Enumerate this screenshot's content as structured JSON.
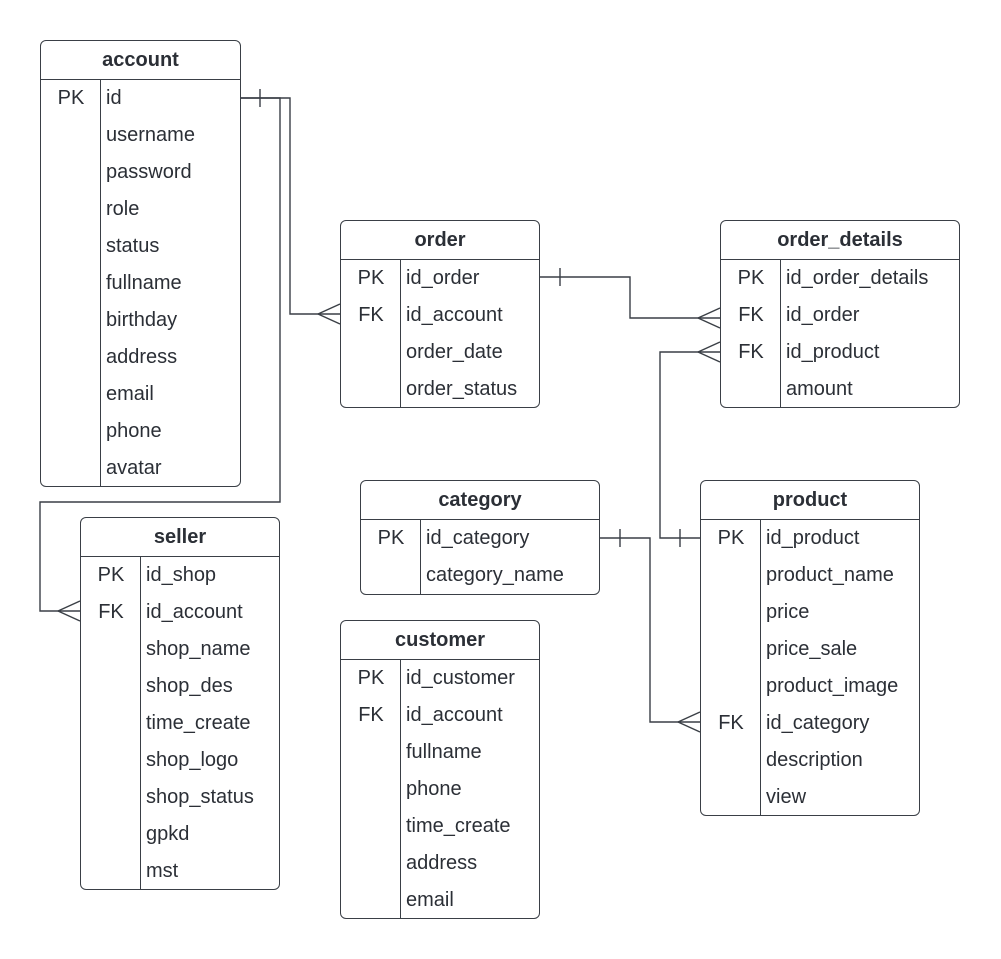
{
  "entities": {
    "account": {
      "name": "account",
      "rows": [
        {
          "key": "PK",
          "field": "id"
        },
        {
          "key": "",
          "field": "username"
        },
        {
          "key": "",
          "field": "password"
        },
        {
          "key": "",
          "field": "role"
        },
        {
          "key": "",
          "field": "status"
        },
        {
          "key": "",
          "field": "fullname"
        },
        {
          "key": "",
          "field": "birthday"
        },
        {
          "key": "",
          "field": "address"
        },
        {
          "key": "",
          "field": "email"
        },
        {
          "key": "",
          "field": "phone"
        },
        {
          "key": "",
          "field": "avatar"
        }
      ]
    },
    "order": {
      "name": "order",
      "rows": [
        {
          "key": "PK",
          "field": "id_order"
        },
        {
          "key": "FK",
          "field": "id_account"
        },
        {
          "key": "",
          "field": "order_date"
        },
        {
          "key": "",
          "field": "order_status"
        }
      ]
    },
    "order_details": {
      "name": "order_details",
      "rows": [
        {
          "key": "PK",
          "field": "id_order_details"
        },
        {
          "key": "FK",
          "field": "id_order"
        },
        {
          "key": "FK",
          "field": "id_product"
        },
        {
          "key": "",
          "field": "amount"
        }
      ]
    },
    "category": {
      "name": "category",
      "rows": [
        {
          "key": "PK",
          "field": "id_category"
        },
        {
          "key": "",
          "field": "category_name"
        }
      ]
    },
    "product": {
      "name": "product",
      "rows": [
        {
          "key": "PK",
          "field": "id_product"
        },
        {
          "key": "",
          "field": "product_name"
        },
        {
          "key": "",
          "field": "price"
        },
        {
          "key": "",
          "field": "price_sale"
        },
        {
          "key": "",
          "field": "product_image"
        },
        {
          "key": "FK",
          "field": "id_category"
        },
        {
          "key": "",
          "field": "description"
        },
        {
          "key": "",
          "field": "view"
        }
      ]
    },
    "seller": {
      "name": "seller",
      "rows": [
        {
          "key": "PK",
          "field": "id_shop"
        },
        {
          "key": "FK",
          "field": "id_account"
        },
        {
          "key": "",
          "field": "shop_name"
        },
        {
          "key": "",
          "field": "shop_des"
        },
        {
          "key": "",
          "field": "time_create"
        },
        {
          "key": "",
          "field": "shop_logo"
        },
        {
          "key": "",
          "field": "shop_status"
        },
        {
          "key": "",
          "field": "gpkd"
        },
        {
          "key": "",
          "field": "mst"
        }
      ]
    },
    "customer": {
      "name": "customer",
      "rows": [
        {
          "key": "PK",
          "field": "id_customer"
        },
        {
          "key": "FK",
          "field": "id_account"
        },
        {
          "key": "",
          "field": "fullname"
        },
        {
          "key": "",
          "field": "phone"
        },
        {
          "key": "",
          "field": "time_create"
        },
        {
          "key": "",
          "field": "address"
        },
        {
          "key": "",
          "field": "email"
        }
      ]
    }
  },
  "relationships": [
    {
      "name": "account-order",
      "from": "account.id",
      "to": "order.id_account",
      "from_cardinality": "one",
      "to_cardinality": "many"
    },
    {
      "name": "account-seller",
      "from": "account.id",
      "to": "seller.id_account",
      "from_cardinality": "one",
      "to_cardinality": "many"
    },
    {
      "name": "order-order_details",
      "from": "order.id_order",
      "to": "order_details.id_order",
      "from_cardinality": "one",
      "to_cardinality": "many"
    },
    {
      "name": "product-order_details",
      "from": "product.id_product",
      "to": "order_details.id_product",
      "from_cardinality": "one",
      "to_cardinality": "many"
    },
    {
      "name": "category-product",
      "from": "category.id_category",
      "to": "product.id_category",
      "from_cardinality": "one",
      "to_cardinality": "many"
    }
  ]
}
